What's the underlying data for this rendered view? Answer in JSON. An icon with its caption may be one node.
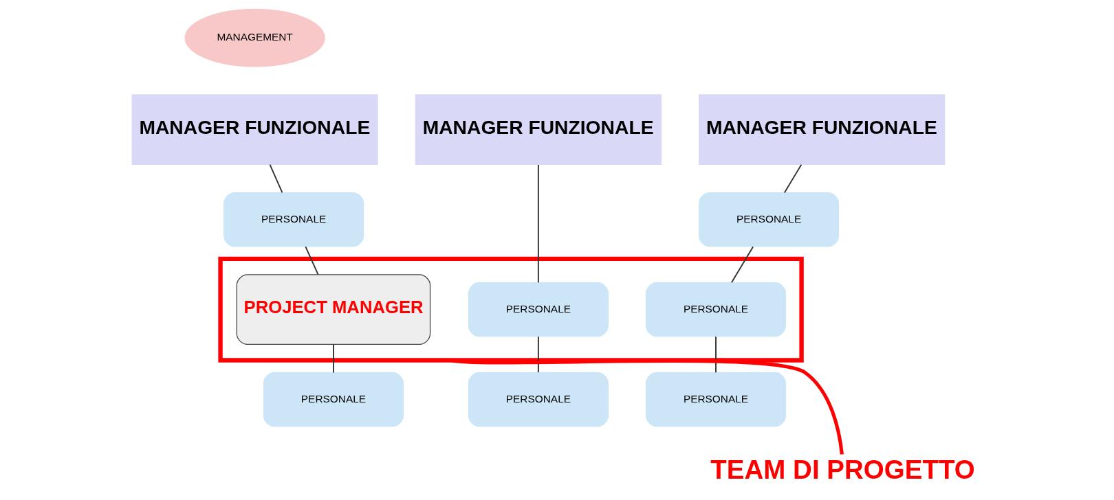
{
  "diagram": {
    "nodes": [
      {
        "text": [
          "MANAGEMENT"
        ]
      },
      {
        "text": [
          "MANAGER FUNZIONALE"
        ]
      },
      {
        "text": [
          "MANAGER FUNZIONALE"
        ]
      },
      {
        "text": [
          "MANAGER FUNZIONALE"
        ]
      },
      {
        "text": [
          "PERSONALE"
        ]
      },
      {
        "text": [
          "PERSONALE"
        ]
      },
      {
        "text": [],
        "shape": "box"
      },
      {
        "text": [
          "PROJECT MANAGER"
        ],
        "in": 6
      },
      {
        "text": [
          "PERSONALE"
        ],
        "in": 6
      },
      {
        "text": [
          "PERSONALE"
        ],
        "in": 6
      },
      {
        "text": [
          "PERSONALE"
        ]
      },
      {
        "text": [
          "PERSONALE"
        ]
      },
      {
        "text": [
          "PERSONALE"
        ]
      },
      {
        "text": [
          "TEAM DI PROGETTO"
        ]
      }
    ],
    "edges": [
      {
        "from": 1,
        "to": 4,
        "arrow": "none"
      },
      {
        "from": 4,
        "to": 7,
        "arrow": "none"
      },
      {
        "from": 7,
        "to": 10,
        "arrow": "none"
      },
      {
        "from": 2,
        "to": 8,
        "arrow": "none"
      },
      {
        "from": 8,
        "to": 11,
        "arrow": "none"
      },
      {
        "from": 3,
        "to": 5,
        "arrow": "none"
      },
      {
        "from": 5,
        "to": 9,
        "arrow": "none"
      },
      {
        "from": 9,
        "to": 12,
        "arrow": "none"
      },
      {
        "from": 13,
        "to": 6,
        "arrow": "none",
        "style": "thick",
        "color": "#ff0000"
      }
    ]
  }
}
